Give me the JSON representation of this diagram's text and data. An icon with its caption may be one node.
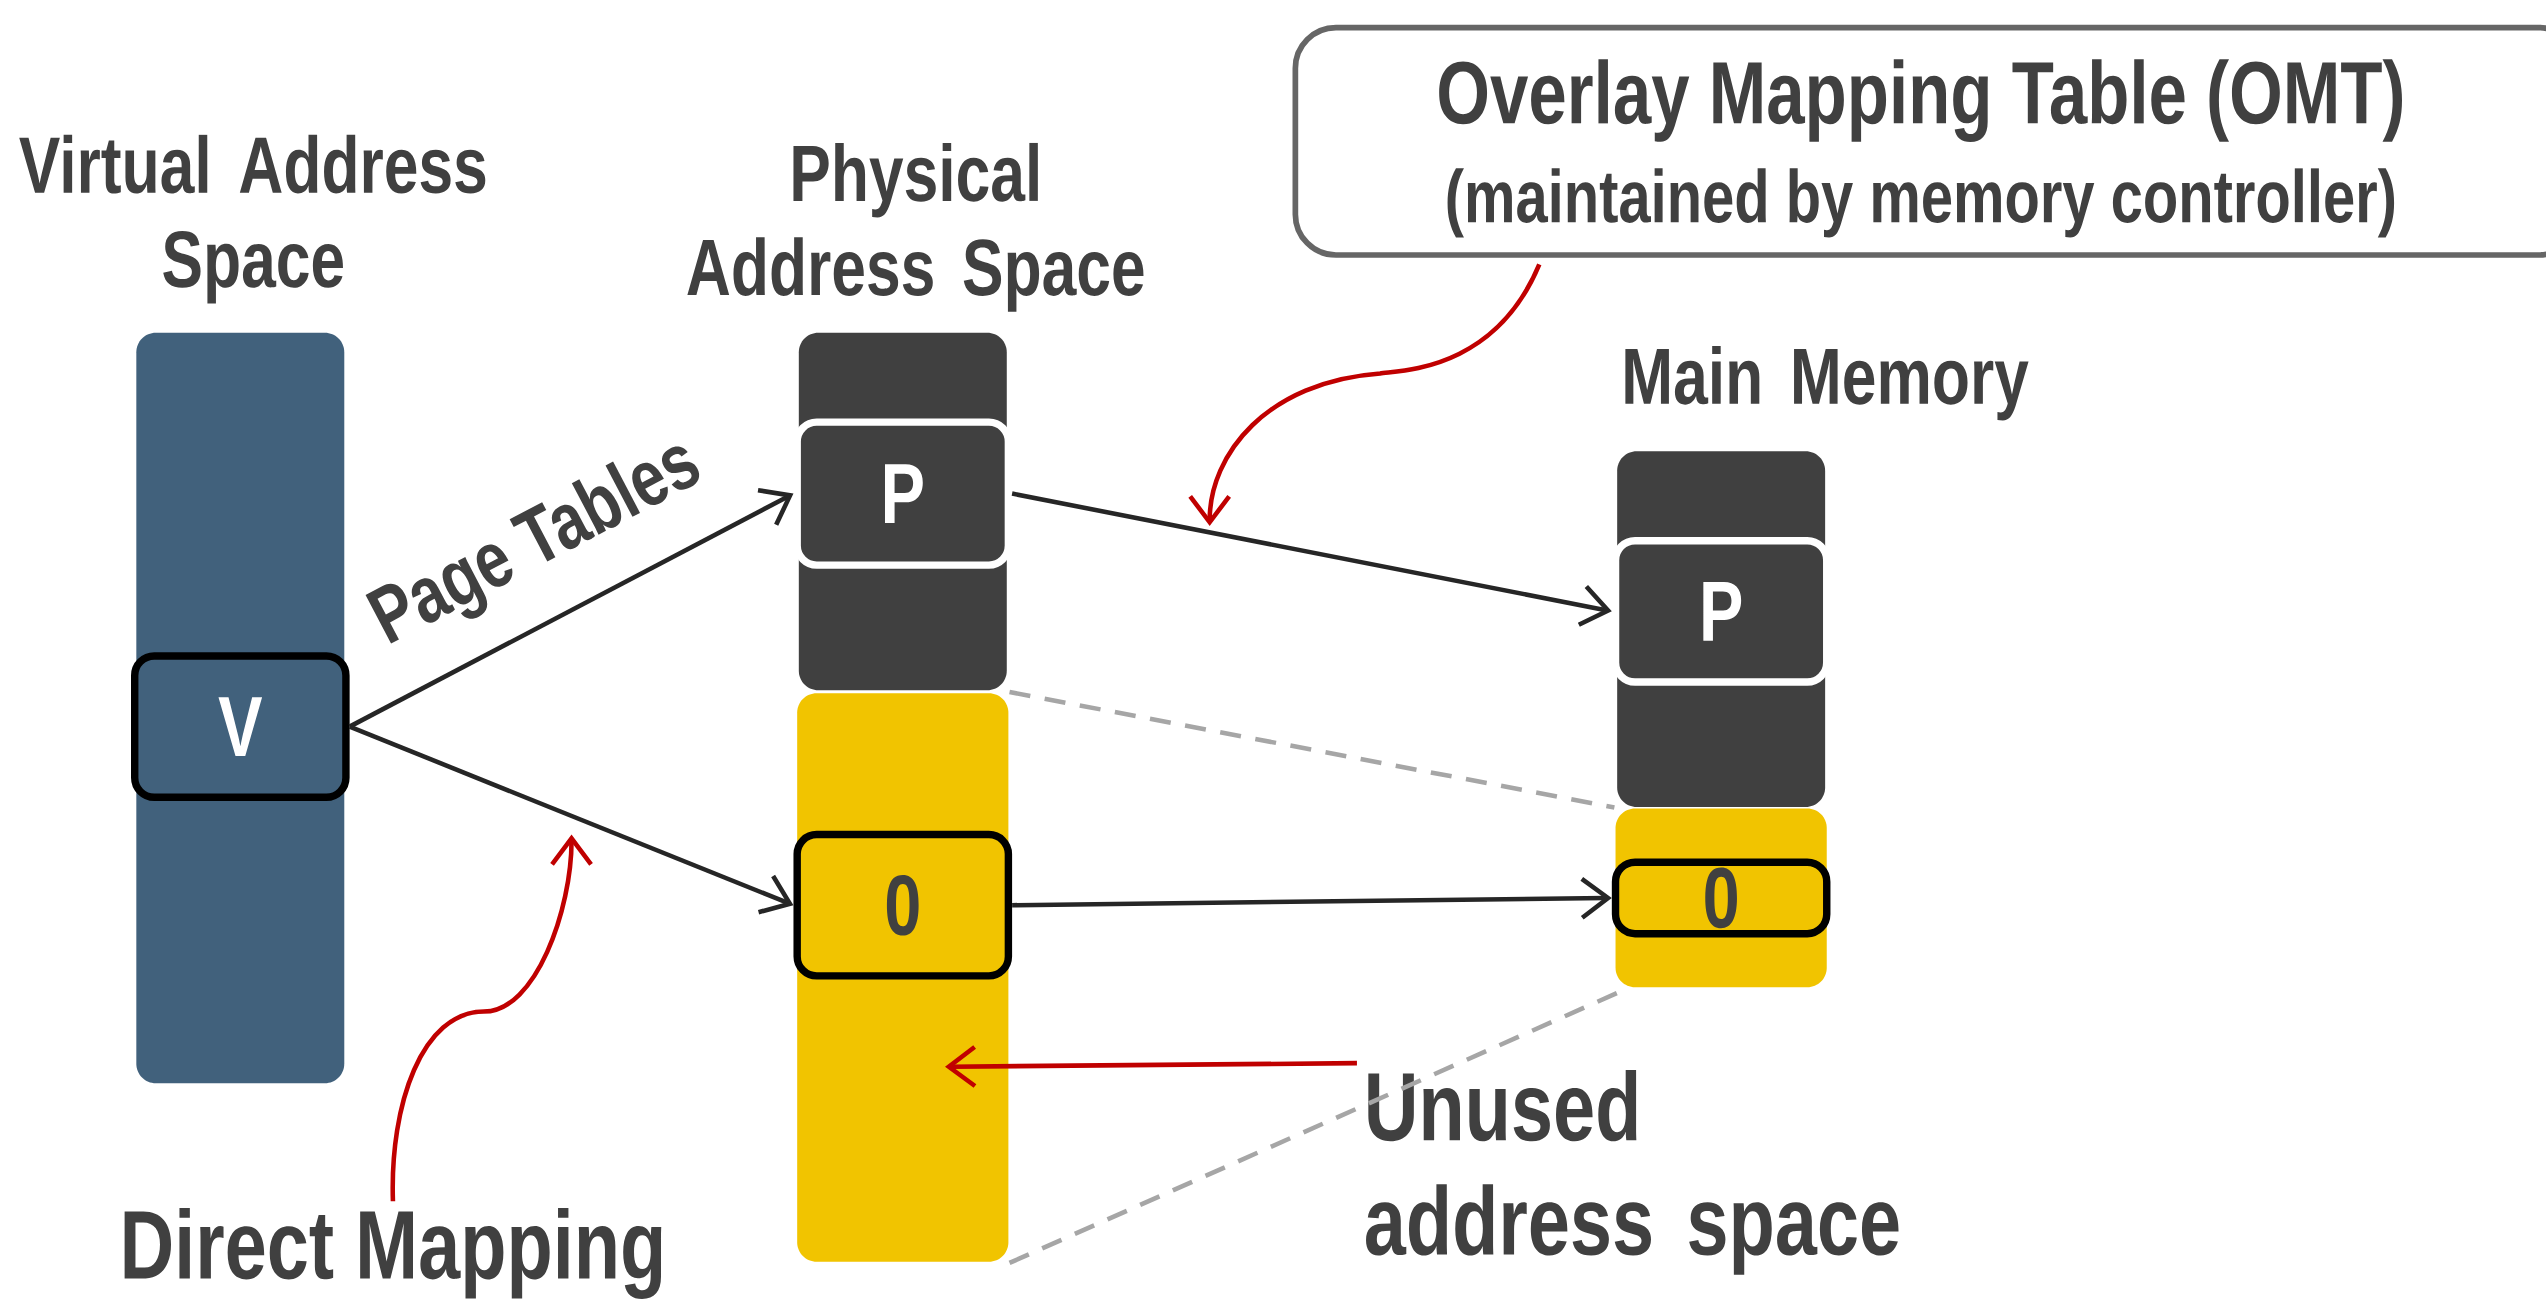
{
  "diagram": {
    "nodes": [
      {
        "text": [
          "Virtual Address Space"
        ]
      },
      {
        "text": [
          "V"
        ],
        "in": 0
      },
      {
        "text": [
          "Physical Address Space"
        ]
      },
      {
        "text": [
          "P"
        ],
        "in": 2
      },
      {
        "text": [],
        "shape": "bar"
      },
      {
        "text": [
          "0"
        ],
        "in": 4
      },
      {
        "text": [
          "Main Memory"
        ]
      },
      {
        "text": [
          "P"
        ],
        "in": 6
      },
      {
        "text": [],
        "shape": "bar"
      },
      {
        "text": [
          "0"
        ],
        "in": 8
      },
      {
        "text": [
          "Overlay Mapping Table (OMT)",
          "(maintained by memory controller)"
        ]
      },
      {
        "text": [
          "Direct Mapping"
        ]
      },
      {
        "text": [
          "Unused address space"
        ]
      }
    ],
    "edges": [
      {
        "from": 1,
        "to": 3,
        "arrow": "to",
        "label": "Page Tables"
      },
      {
        "from": 1,
        "to": 5,
        "arrow": "to"
      },
      {
        "from": 3,
        "to": 7,
        "arrow": "to"
      },
      {
        "from": 5,
        "to": 9,
        "arrow": "to"
      },
      {
        "from": 4,
        "to": 8,
        "arrow": "none",
        "style": "dashed",
        "color": "#a6a6a6"
      },
      {
        "from": 4,
        "to": 8,
        "arrow": "none",
        "style": "dashed",
        "color": "#a6a6a6"
      },
      {
        "from": 10,
        "to": null,
        "arrow": "to",
        "color": "#c00000"
      },
      {
        "from": 11,
        "to": null,
        "arrow": "to",
        "color": "#c00000"
      },
      {
        "from": 12,
        "to": 4,
        "arrow": "to",
        "color": "#c00000"
      }
    ]
  }
}
